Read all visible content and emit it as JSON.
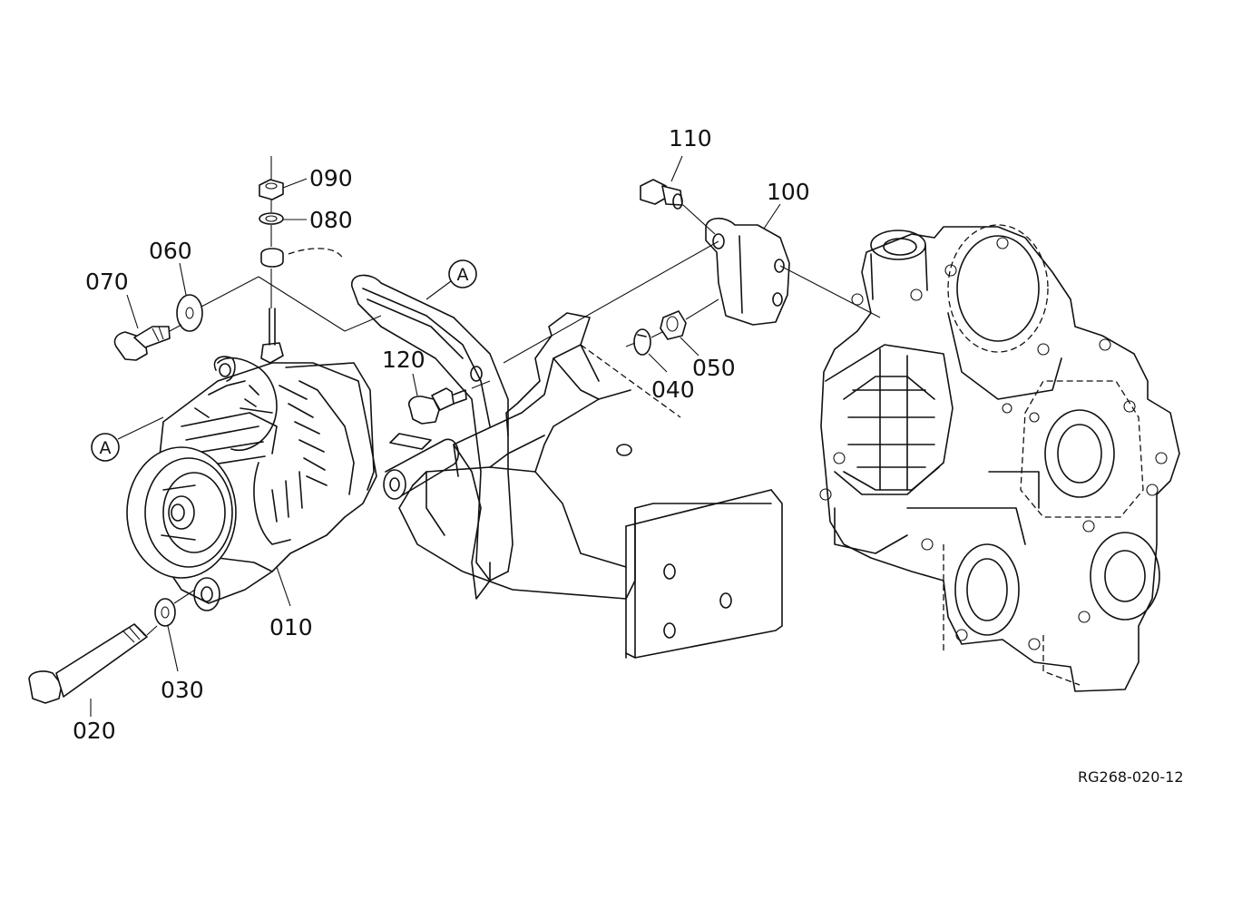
{
  "parts": [
    {
      "id": "p010",
      "label": "010"
    },
    {
      "id": "p020",
      "label": "020"
    },
    {
      "id": "p030",
      "label": "030"
    },
    {
      "id": "p040",
      "label": "040"
    },
    {
      "id": "p050",
      "label": "050"
    },
    {
      "id": "p060",
      "label": "060"
    },
    {
      "id": "p070",
      "label": "070"
    },
    {
      "id": "p080",
      "label": "080"
    },
    {
      "id": "p090",
      "label": "090"
    },
    {
      "id": "p100",
      "label": "100"
    },
    {
      "id": "p110",
      "label": "110"
    },
    {
      "id": "p120",
      "label": "120"
    }
  ],
  "callouts": {
    "a1": "A",
    "a2": "A"
  },
  "reference_code": "RG268-020-12"
}
